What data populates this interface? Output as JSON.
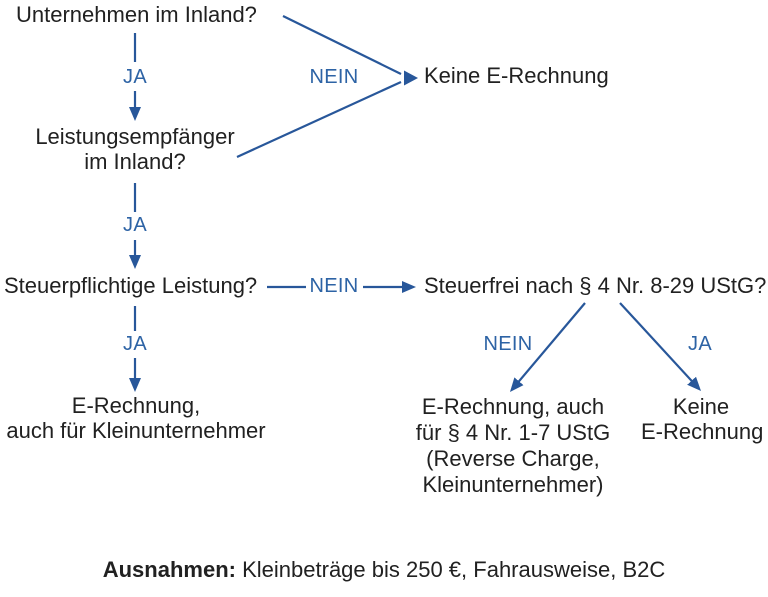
{
  "colors": {
    "line_blue": "#28579a",
    "label_blue": "#2d63a5",
    "text": "#212121",
    "background": "#ffffff"
  },
  "labels": {
    "ja": "JA",
    "nein": "NEIN"
  },
  "nodes": {
    "unternehmen": "Unternehmen im Inland?",
    "leistungsempfaenger": [
      "Leistungsempfänger",
      "im Inland?"
    ],
    "keine_erechnung_top": "Keine E-Rechnung",
    "steuerpflichtige": "Steuerpflichtige Leistung?",
    "steuerfrei": "Steuerfrei nach § 4 Nr. 8-29 UStG?",
    "erechnung_kleinunternehmer": [
      "E-Rechnung,",
      "auch für Kleinunternehmer"
    ],
    "erechnung_reverse_charge": [
      "E-Rechnung, auch",
      "für § 4 Nr. 1-7 UStG",
      "(Reverse Charge,",
      "Kleinunternehmer)"
    ],
    "keine_erechnung_bottom": [
      "Keine",
      "E-Rechnung"
    ]
  },
  "footer": {
    "bold": "Ausnahmen:",
    "rest": "Kleinbeträge bis 250 €, Fahrausweise, B2C"
  }
}
